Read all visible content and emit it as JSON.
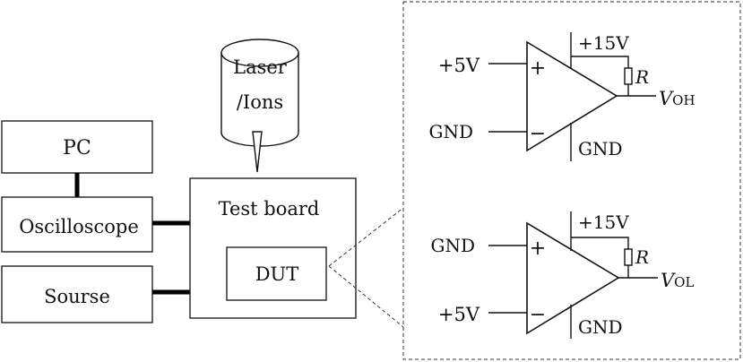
{
  "blocks": {
    "pc": "PC",
    "oscilloscope": "Oscilloscope",
    "source": "Sourse",
    "test_board": "Test board",
    "dut": "DUT",
    "laser_line1": "Laser",
    "laser_line2": "/Ions"
  },
  "circuit_high": {
    "plus_input": "+5V",
    "minus_input": "GND",
    "supply": "+15V",
    "ground": "GND",
    "resistor": "R",
    "output_main": "V",
    "output_sub": "OH",
    "plus_sign": "+",
    "minus_sign": "−"
  },
  "circuit_low": {
    "plus_input": "GND",
    "minus_input": "+5V",
    "supply": "+15V",
    "ground": "GND",
    "resistor": "R",
    "output_main": "V",
    "output_sub": "OL",
    "plus_sign": "+",
    "minus_sign": "−"
  }
}
